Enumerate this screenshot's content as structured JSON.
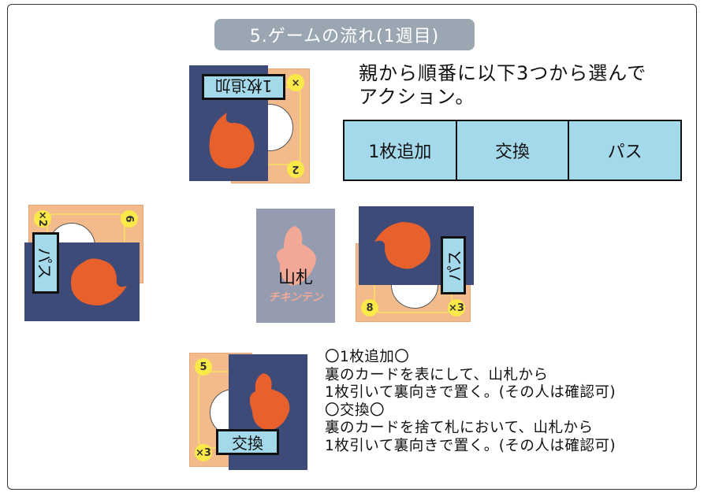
{
  "title": "5.ゲームの流れ(1週目)",
  "instruction": [
    "親から順番に以下3つから選んで",
    "アクション。"
  ],
  "actions": [
    "1枚追加",
    "交換",
    "パス"
  ],
  "players": {
    "top": {
      "label": "1枚追加",
      "card_number": "2",
      "multiplier": "×"
    },
    "left": {
      "label": "パス",
      "card_number": "6",
      "multiplier": "×2"
    },
    "right": {
      "label": "パス",
      "card_number": "8",
      "multiplier": "×3"
    },
    "bottom": {
      "label": "交換",
      "card_number": "5",
      "multiplier": "×3"
    }
  },
  "deck": {
    "label": "山札",
    "logo": "チキンテン"
  },
  "description": [
    "〇1枚追加〇",
    "裏のカードを表にして、山札から",
    "1枚引いて裏向きで置く。(その人は確認可)",
    "〇交換〇",
    "裏のカードを捨て札において、山札から",
    "1枚引いて裏向きで置く。(その人は確認可)"
  ],
  "colors": {
    "navy": "#3e4a78",
    "chicken": "#e8602c",
    "label": "#a4d9ec",
    "card_face": "#f3bb8c",
    "deck": "#959cb0"
  }
}
